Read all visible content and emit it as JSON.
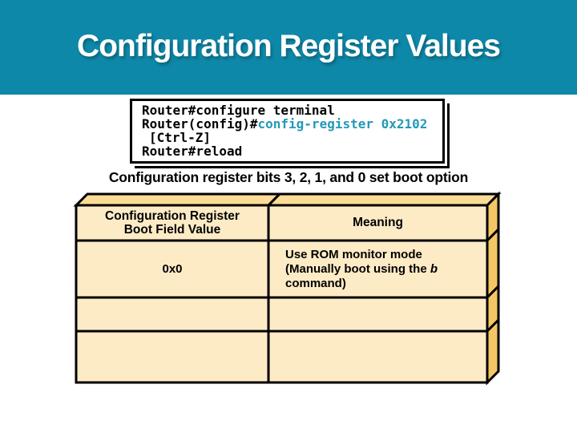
{
  "slide": {
    "title": "Configuration Register Values",
    "caption": "Configuration register bits 3, 2, 1, and 0 set boot option"
  },
  "terminal": {
    "line1": "Router#configure terminal",
    "line2_prompt": "Router(config)#",
    "line2_command": "config-register 0x2102",
    "line3": "[Ctrl-Z]",
    "line4": "Router#reload"
  },
  "table": {
    "header": {
      "col1_line1": "Configuration Register",
      "col1_line2": "Boot Field Value",
      "col2": "Meaning"
    },
    "rows": [
      {
        "value": "0x0",
        "meaning_line1": "Use ROM monitor mode",
        "meaning_line2": "(Manually boot using the ",
        "meaning_line2_italic": "b",
        "meaning_line3": "command)"
      },
      {
        "value": "",
        "meaning": ""
      },
      {
        "value": "",
        "meaning": ""
      }
    ]
  },
  "colors": {
    "teal": "#0e88a8",
    "command_teal": "#2399b8",
    "cell_face": "#fdebc6",
    "bevel_top": "#fbdc96",
    "bevel_side": "#f5c666",
    "border": "#000000"
  }
}
